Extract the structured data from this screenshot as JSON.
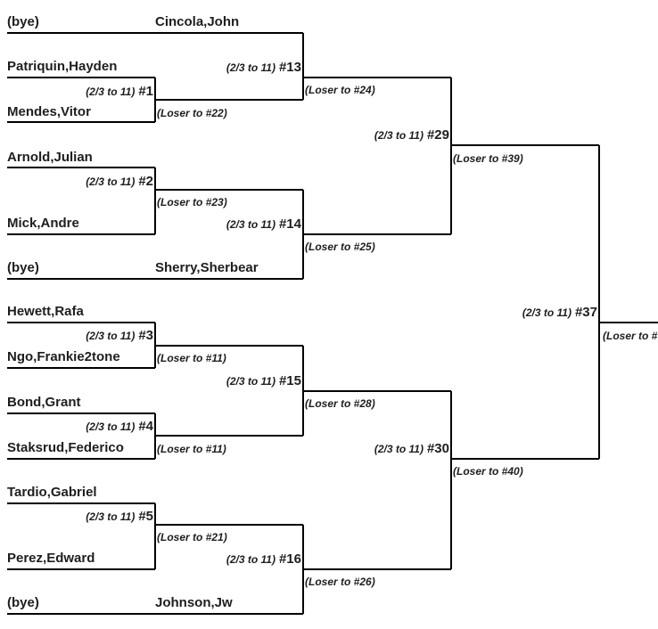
{
  "players": {
    "r1_bye_top": "(bye)",
    "cincola": "Cincola,John",
    "patriquin": "Patriquin,Hayden",
    "mendes": "Mendes,Vitor",
    "arnold": "Arnold,Julian",
    "mick": "Mick,Andre",
    "r1_bye_mid": "(bye)",
    "sherry": "Sherry,Sherbear",
    "hewett": "Hewett,Rafa",
    "ngo": "Ngo,Frankie2tone",
    "bond": "Bond,Grant",
    "staksrud": "Staksrud,Federico",
    "tardio": "Tardio,Gabriel",
    "perez": "Perez,Edward",
    "r1_bye_bottom": "(bye)",
    "johnson": "Johnson,Jw"
  },
  "matches": {
    "m1": {
      "format": "(2/3 to 11)",
      "number": "#1",
      "loser": "(Loser to #22)"
    },
    "m2": {
      "format": "(2/3 to 11)",
      "number": "#2",
      "loser": "(Loser to #23)"
    },
    "m3": {
      "format": "(2/3 to 11)",
      "number": "#3",
      "loser": "(Loser to #11)"
    },
    "m4": {
      "format": "(2/3 to 11)",
      "number": "#4",
      "loser": "(Loser to #11)"
    },
    "m5": {
      "format": "(2/3 to 11)",
      "number": "#5",
      "loser": "(Loser to #21)"
    },
    "m13": {
      "format": "(2/3 to 11)",
      "number": "#13",
      "loser": "(Loser to #24)"
    },
    "m14": {
      "format": "(2/3 to 11)",
      "number": "#14",
      "loser": "(Loser to #25)"
    },
    "m15": {
      "format": "(2/3 to 11)",
      "number": "#15",
      "loser": "(Loser to #28)"
    },
    "m16": {
      "format": "(2/3 to 11)",
      "number": "#16",
      "loser": "(Loser to #26)"
    },
    "m29": {
      "format": "(2/3 to 11)",
      "number": "#29",
      "loser": "(Loser to #39)"
    },
    "m30": {
      "format": "(2/3 to 11)",
      "number": "#30",
      "loser": "(Loser to #40)"
    },
    "m37": {
      "format": "(2/3 to 11)",
      "number": "#37",
      "loser": "(Loser to #"
    }
  }
}
